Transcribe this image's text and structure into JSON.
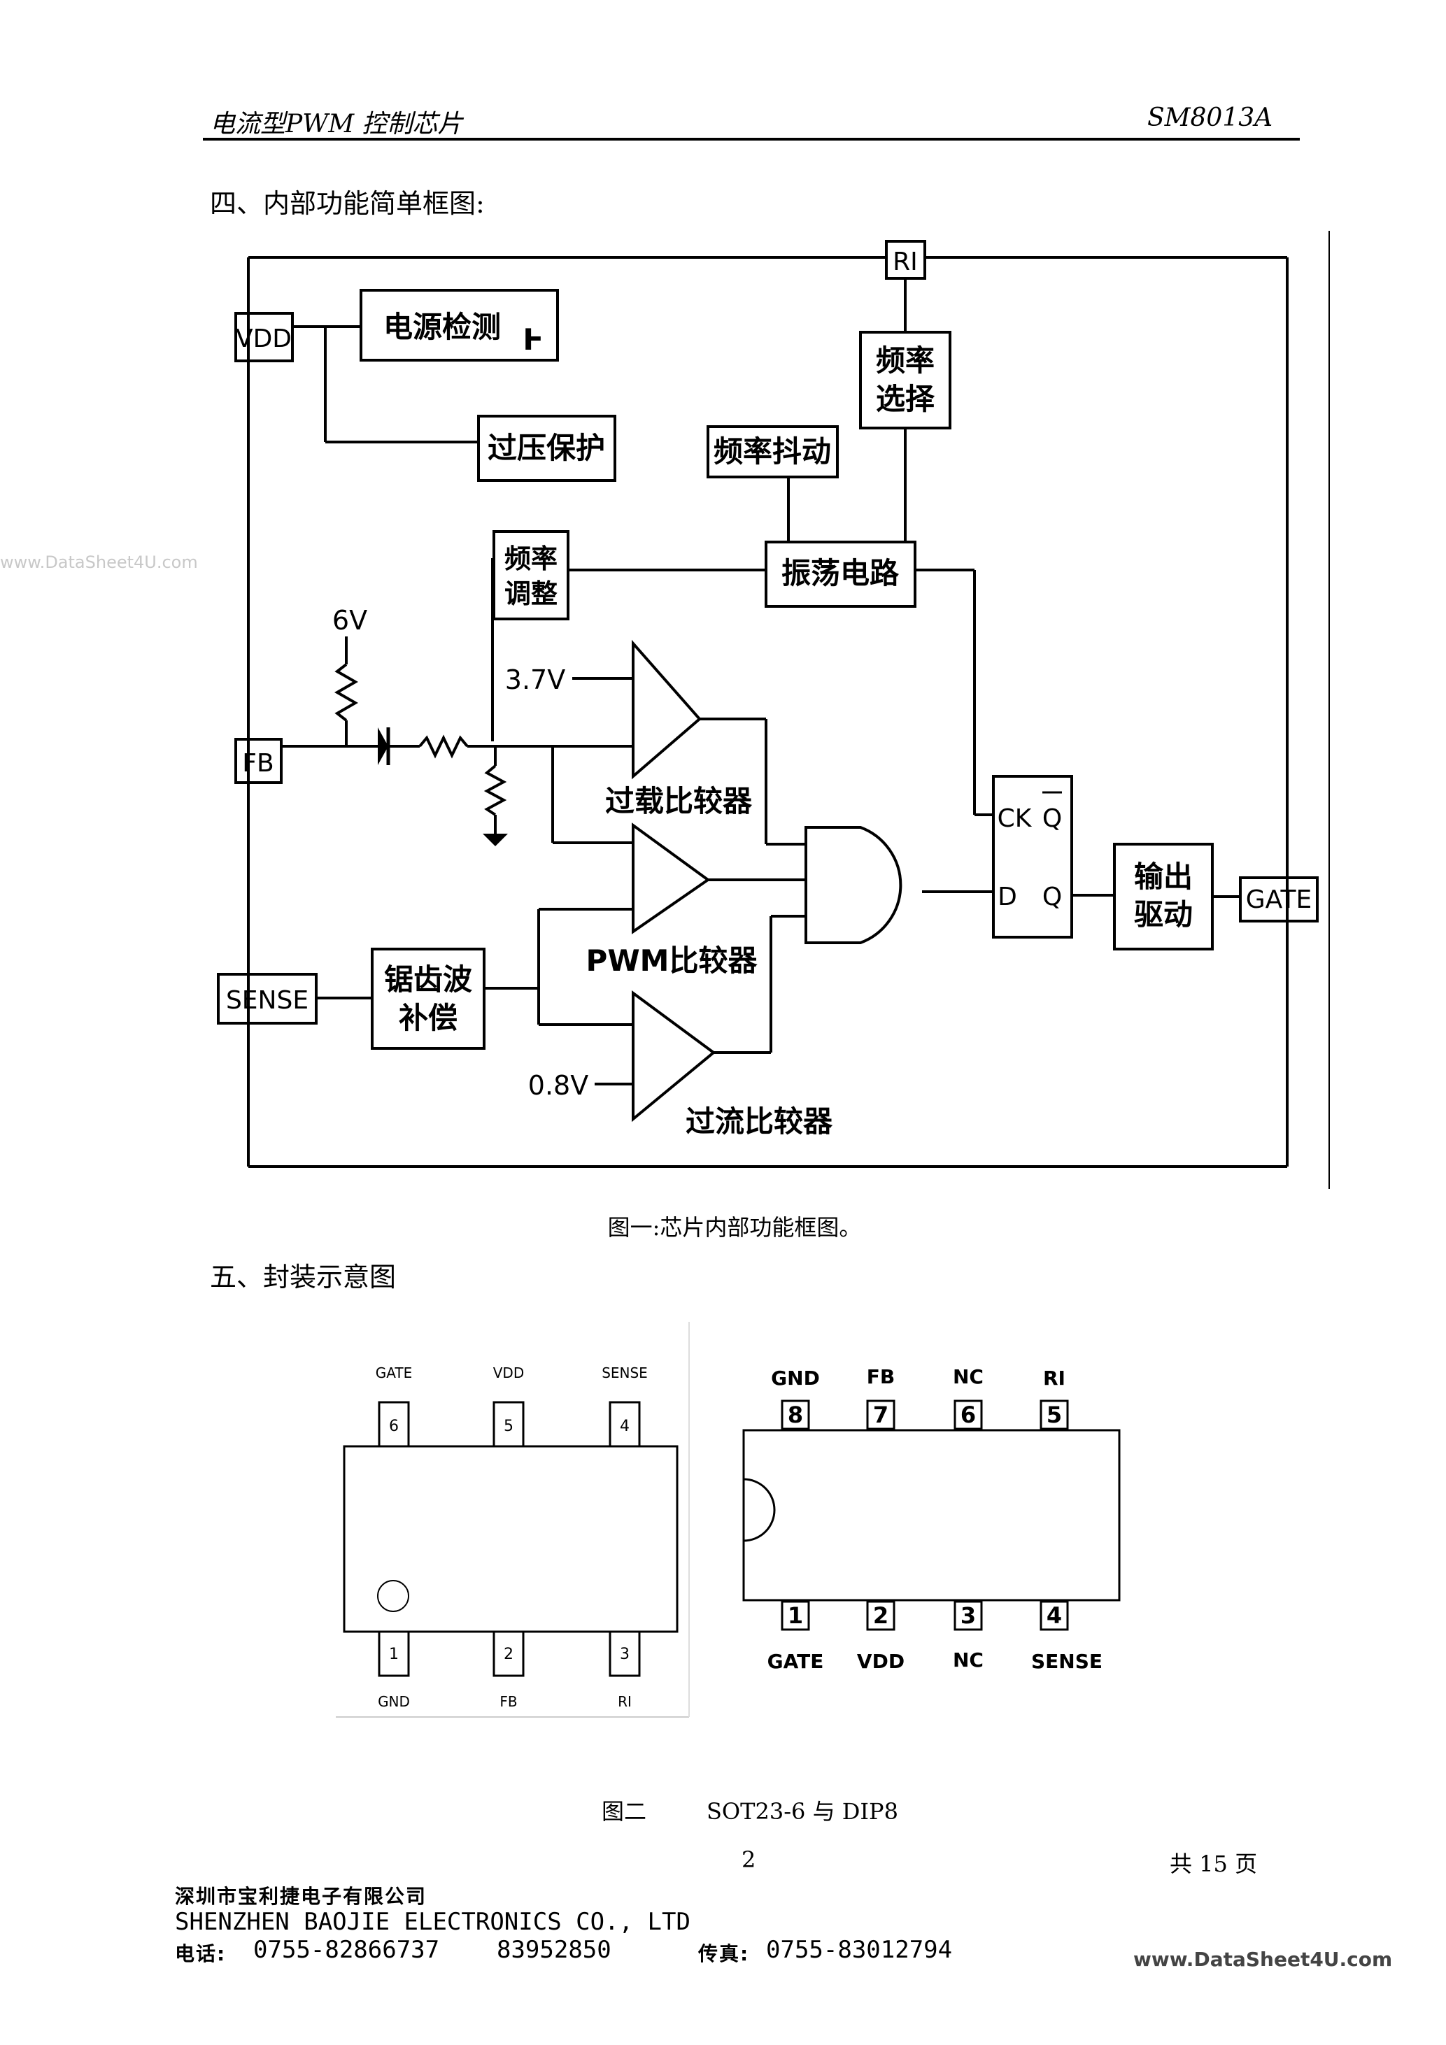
{
  "header": {
    "left": "电流型PWM 控制芯片",
    "right": "SM8013A"
  },
  "watermark_side": "www.DataSheet4U.com",
  "section4": {
    "title": "四、内部功能简单框图:"
  },
  "block_diagram": {
    "pins": {
      "vdd": "VDD",
      "fb": "FB",
      "sense": "SENSE",
      "gate": "GATE",
      "ri": "RI"
    },
    "blocks": {
      "power_detect": "电源检测",
      "power_detect_symbol": "Ⱶ",
      "ovp": "过压保护",
      "freq_jitter": "频率抖动",
      "freq_select_1": "频率",
      "freq_select_2": "选择",
      "oscillator": "振荡电路",
      "freq_adjust_1": "频率",
      "freq_adjust_2": "调整",
      "sawtooth_1": "锯齿波",
      "sawtooth_2": "补偿",
      "output_drive_1": "输出",
      "output_drive_2": "驱动"
    },
    "labels": {
      "v6": "6V",
      "v37": "3.7V",
      "v08": "0.8V",
      "overload_comp": "过载比较器",
      "pwm_comp": "PWM比较器",
      "overcurrent_comp": "过流比较器",
      "ff_ck": "CK",
      "ff_qbar": "Q",
      "ff_d": "D",
      "ff_q": "Q"
    }
  },
  "caption1": "图一:芯片内部功能框图。",
  "section5": {
    "title": "五、封装示意图"
  },
  "sot23": {
    "top_labels": [
      "GATE",
      "VDD",
      "SENSE"
    ],
    "top_pins": [
      "6",
      "5",
      "4"
    ],
    "bottom_pins": [
      "1",
      "2",
      "3"
    ],
    "bottom_labels": [
      "GND",
      "FB",
      "RI"
    ]
  },
  "dip8": {
    "top_labels": [
      "GND",
      "FB",
      "NC",
      "RI"
    ],
    "top_pins": [
      "8",
      "7",
      "6",
      "5"
    ],
    "bottom_pins": [
      "1",
      "2",
      "3",
      "4"
    ],
    "bottom_labels": [
      "GATE",
      "VDD",
      "NC",
      "SENSE"
    ]
  },
  "caption2": {
    "left": "图二",
    "right": "SOT23-6 与 DIP8"
  },
  "page": {
    "number": "2",
    "total": "共 15 页"
  },
  "footer": {
    "company_cn": "深圳市宝利捷电子有限公司",
    "company_en": "SHENZHEN BAOJIE ELECTRONICS CO., LTD",
    "phone_label": "电话:",
    "phone": "0755-82866737    83952850",
    "fax_label": "传真:",
    "fax": "0755-83012794",
    "watermark": "www.DataSheet4U.com"
  }
}
